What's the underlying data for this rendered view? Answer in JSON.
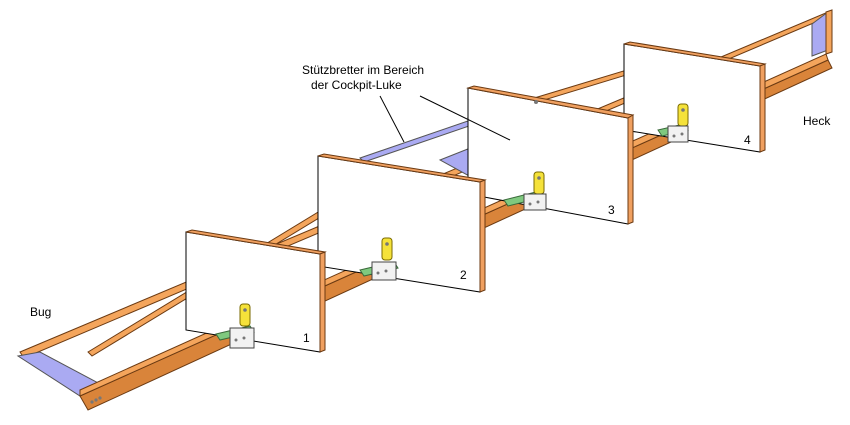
{
  "labels": {
    "bow": "Bug",
    "stern": "Heck",
    "support_boards_line1": "Stützbretter im Bereich",
    "support_boards_line2": "der Cockpit-Luke"
  },
  "frames": [
    {
      "number": "1"
    },
    {
      "number": "2"
    },
    {
      "number": "3"
    },
    {
      "number": "4"
    }
  ],
  "colors": {
    "wood_light": "#f4a55c",
    "wood_dark": "#d9843a",
    "support_board": "#aaaaf2",
    "bracket_yellow": "#f5e23a"
  }
}
